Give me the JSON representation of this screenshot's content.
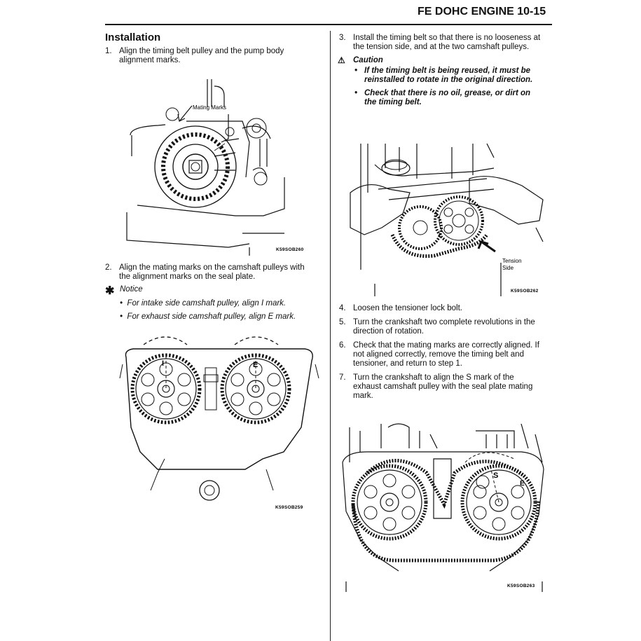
{
  "header": {
    "title": "FE DOHC ENGINE   10-15"
  },
  "left": {
    "heading": "Installation",
    "step1": {
      "num": "1.",
      "line1": "Align the timing belt pulley and the pump body",
      "line2": "alignment marks."
    },
    "fig1": {
      "label": "Mating Marks",
      "code": "K59SOB260"
    },
    "step2": {
      "num": "2.",
      "line1": "Align the mating marks on the camshaft pulleys with",
      "line2": "the alignment marks on the seal plate."
    },
    "notice": {
      "icon": "✱",
      "label": "Notice",
      "items": [
        "For intake side camshaft pulley, align I mark.",
        "For exhaust side camshaft pulley, align E mark."
      ]
    },
    "fig2": {
      "mark_i": "I",
      "mark_e": "E",
      "code": "K59SOB259"
    }
  },
  "right": {
    "step3": {
      "num": "3.",
      "line1": "Install the timing belt so that there is no looseness at",
      "line2": "the tension side, and at the two camshaft pulleys."
    },
    "caution": {
      "icon": "⚠",
      "label": "Caution",
      "item1": {
        "line1": "If the timing belt is being reused, it must be",
        "line2": "reinstalled to rotate in the original direction."
      },
      "item2": {
        "line1": "Check that there is no oil, grease, or dirt on",
        "line2": "the timing belt."
      }
    },
    "fig3": {
      "label1": "Tension",
      "label2": "Side",
      "code": "K59SOB262"
    },
    "step4": {
      "num": "4.",
      "line1": "Loosen the tensioner lock bolt."
    },
    "step5": {
      "num": "5.",
      "line1": "Turn the crankshaft two complete revolutions in the",
      "line2": "direction of rotation."
    },
    "step6": {
      "num": "6.",
      "line1": "Check that the mating marks are correctly aligned. If",
      "line2": "not aligned correctly, remove the timing belt and",
      "line3": "tensioner, and return to step 1."
    },
    "step7": {
      "num": "7.",
      "line1": "Turn the crankshaft to align the S mark of the",
      "line2": "exhaust camshaft pulley with the seal plate mating",
      "line3": "mark."
    },
    "fig4": {
      "mark_s": "S",
      "mark_e": "E",
      "code": "K59SOB263"
    }
  }
}
